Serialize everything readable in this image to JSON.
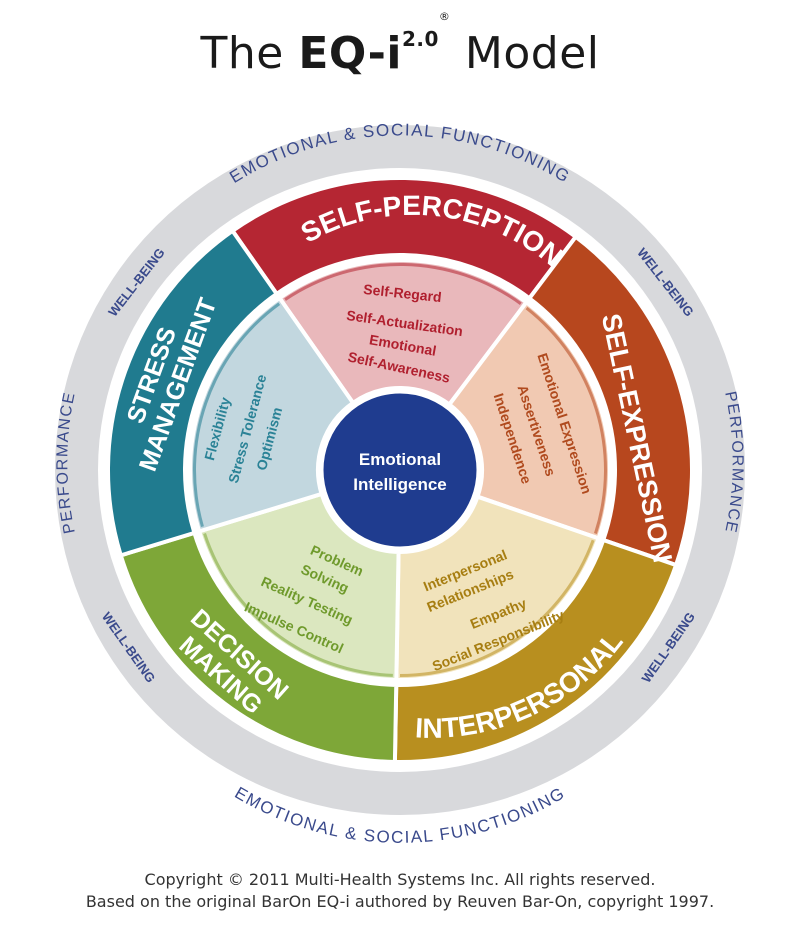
{
  "title": {
    "prefix": "The",
    "brand": "EQ-i",
    "version": "2.0",
    "registered": "®",
    "suffix": "Model"
  },
  "outer_ring": {
    "top": "EMOTIONAL & SOCIAL FUNCTIONING",
    "bottom": "EMOTIONAL & SOCIAL FUNCTIONING",
    "left": "PERFORMANCE",
    "right": "PERFORMANCE",
    "well_being": [
      "WELL-BEING",
      "WELL-BEING",
      "WELL-BEING",
      "WELL-BEING"
    ]
  },
  "center": {
    "line1": "Emotional",
    "line2": "Intelligence"
  },
  "composites": [
    {
      "title": "SELF-PERCEPTION",
      "title_lines": [
        "SELF-PERCEPTION"
      ],
      "subscales": [
        "Self-Regard",
        "Self-Actualization",
        "Emotional",
        "Self-Awareness"
      ],
      "color": "#b52633",
      "inner_color": "#e9b8bb",
      "text_color": "#b01f2e"
    },
    {
      "title": "SELF-EXPRESSION",
      "title_lines": [
        "SELF-EXPRESSION"
      ],
      "subscales": [
        "Emotional Expression",
        "Assertiveness",
        "Independence"
      ],
      "color": "#b7471e",
      "inner_color": "#f1c9b2",
      "text_color": "#b04a1e"
    },
    {
      "title": "INTERPERSONAL",
      "title_lines": [
        "INTERPERSONAL"
      ],
      "subscales": [
        "Interpersonal",
        "Relationships",
        "Empathy",
        "Social Responsibility"
      ],
      "color": "#b88f1f",
      "inner_color": "#f1e3bb",
      "text_color": "#a77e12"
    },
    {
      "title": "DECISION MAKING",
      "title_lines": [
        "DECISION",
        "MAKING"
      ],
      "subscales": [
        "Problem",
        "Solving",
        "Reality Testing",
        "Impulse Control"
      ],
      "color": "#7ea738",
      "inner_color": "#dbe7bf",
      "text_color": "#6f9a2c"
    },
    {
      "title": "STRESS MANAGEMENT",
      "title_lines": [
        "STRESS",
        "MANAGEMENT"
      ],
      "subscales": [
        "Flexibility",
        "Stress Tolerance",
        "Optimism"
      ],
      "color": "#207b8f",
      "inner_color": "#c2d7df",
      "text_color": "#2a8296"
    }
  ],
  "colors": {
    "ring": "#d8d9dc",
    "ring_text": "#3a4a8c",
    "core": "#1f3c8f"
  },
  "footer": {
    "line1": "Copyright © 2011 Multi-Health Systems Inc. All rights reserved.",
    "line2": "Based on the original BarOn EQ-i authored by Reuven Bar-On, copyright 1997."
  }
}
